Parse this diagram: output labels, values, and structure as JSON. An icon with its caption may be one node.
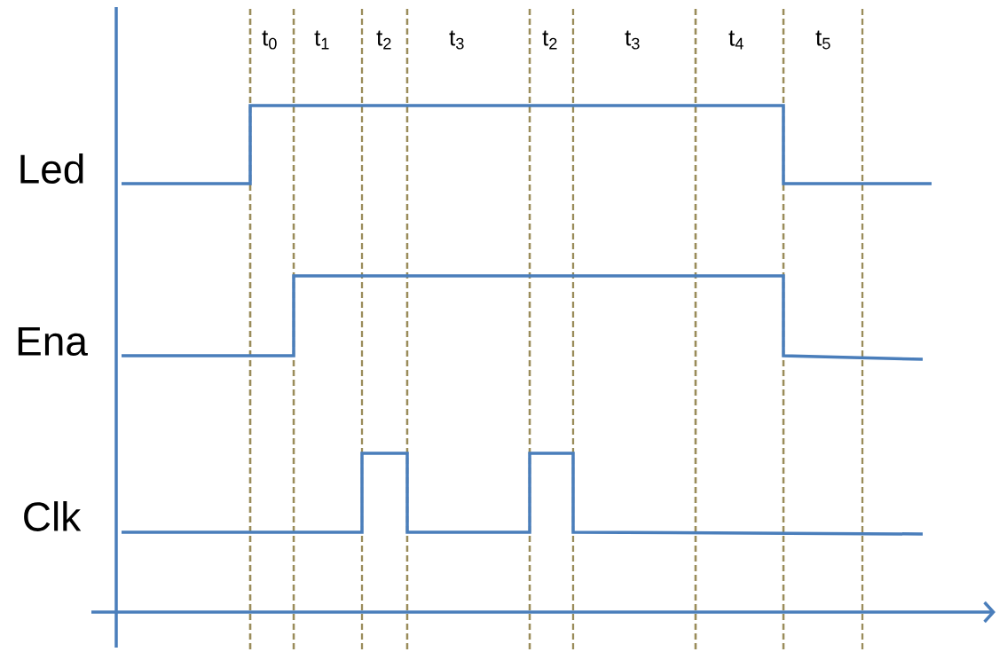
{
  "diagram": {
    "labels": [
      "t$_{0}$",
      "t$_{1}$",
      "t$_{2}$",
      "t$_{3}$",
      "t$_{2}$",
      "t$_{3}$",
      "t$_{4}$",
      "t$_{5}$",
      "Led",
      "Ena",
      "Clk"
    ]
  }
}
